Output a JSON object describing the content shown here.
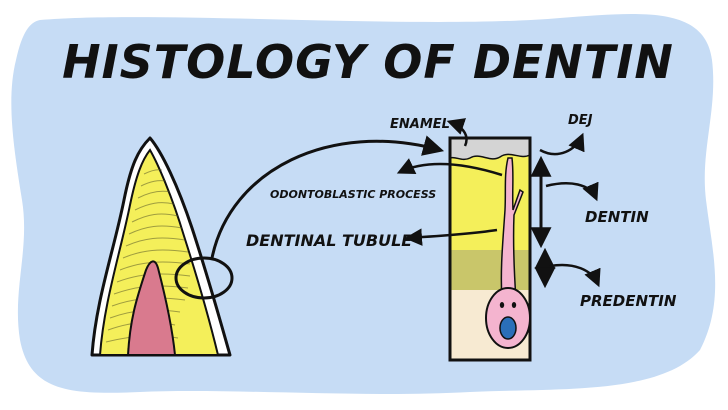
{
  "title": "HISTOLOGY OF DENTIN",
  "labels": {
    "enamel": "ENAMEL",
    "dej": "DEJ",
    "odontoblastic_process": "ODONTOBLASTIC PROCESS",
    "dentinal_tubule": "DENTINAL TUBULE",
    "dentin": "DENTIN",
    "predentin": "PREDENTIN"
  },
  "colors": {
    "background_blob": "#c6dcf5",
    "dentin": "#f4ef5a",
    "enamel": "#d4d4d4",
    "predentin": "#c9c66a",
    "pulp": "#f7ead2",
    "tooth_pulp": "#d97a8e",
    "odontoblast": "#f4b4cf",
    "nucleus": "#2a6fb8",
    "ink": "#111111"
  }
}
